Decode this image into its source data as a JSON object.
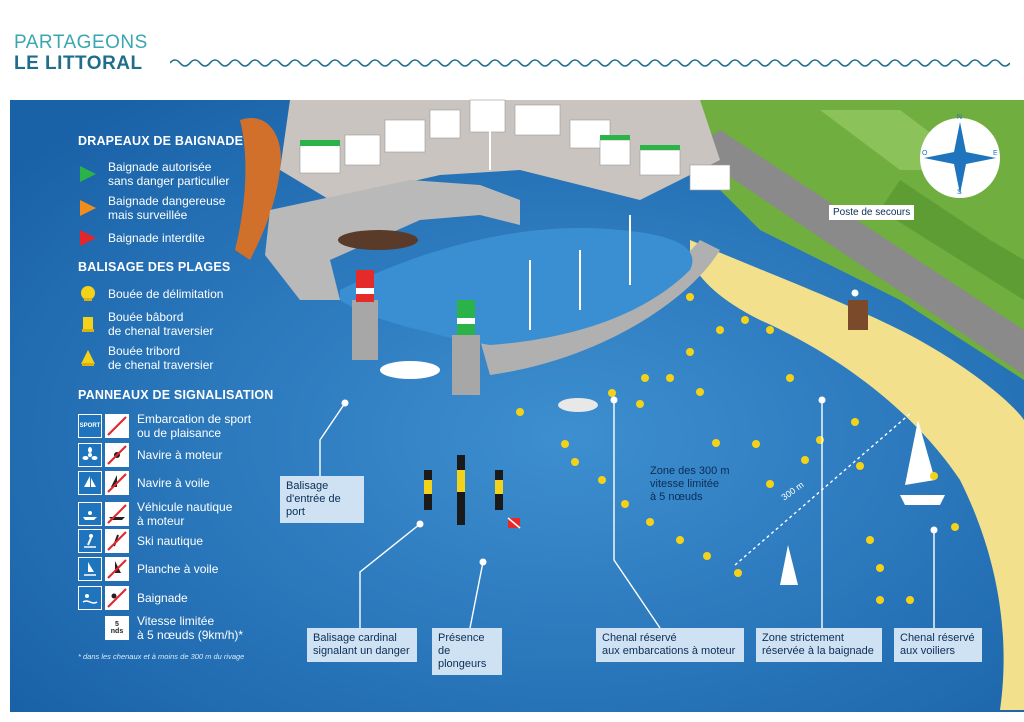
{
  "header": {
    "line1": "PARTAGEONS",
    "line2": "LE LITTORAL"
  },
  "legend": {
    "flags_title": "DRAPEAUX DE BAIGNADE",
    "flags": [
      {
        "label": "Baignade autorisée\nsans danger particulier",
        "color": "#2bb34a"
      },
      {
        "label": "Baignade dangereuse\nmais surveillée",
        "color": "#f28c1c"
      },
      {
        "label": "Baignade interdite",
        "color": "#e5252a"
      }
    ],
    "buoys_title": "BALISAGE DES PLAGES",
    "buoys": [
      {
        "label": "Bouée de délimitation",
        "shape": "sphere"
      },
      {
        "label": "Bouée bâbord\nde chenal traversier",
        "shape": "can"
      },
      {
        "label": "Bouée tribord\nde chenal traversier",
        "shape": "cone"
      }
    ],
    "signs_title": "PANNEAUX DE SIGNALISATION",
    "signs": [
      {
        "label": "Embarcation de sport\nou de plaisance",
        "icon": "sport-icon",
        "glyph": "SPORT"
      },
      {
        "label": "Navire à moteur",
        "icon": "propeller-icon"
      },
      {
        "label": "Navire à voile",
        "icon": "sailboat-icon"
      },
      {
        "label": "Véhicule nautique\nà moteur",
        "icon": "jetski-icon"
      },
      {
        "label": "Ski nautique",
        "icon": "waterski-icon"
      },
      {
        "label": "Planche à voile",
        "icon": "windsurf-icon"
      },
      {
        "label": "Baignade",
        "icon": "swimmer-icon"
      },
      {
        "label": "Vitesse limitée\nà 5 nœuds (9km/h)*",
        "icon": "speed-limit-icon",
        "glyph": "5\nnds"
      }
    ],
    "footnote": "* dans les chenaux et à moins de 300 m du rivage"
  },
  "labels": {
    "port_entry": "Balisage\nd'entrée de port",
    "cardinal": "Balisage cardinal\nsignalant un danger",
    "divers": "Présence de\nplongeurs",
    "motor_channel": "Chenal réservé\naux embarcations à moteur",
    "swim_zone": "Zone strictement\nréservée à la baignade",
    "sail_channel": "Chenal réservé\naux voiliers",
    "speed_zone": "Zone des 300 m\nvitesse limitée\nà 5 nœuds",
    "lifeguard": "Poste de secours",
    "distance": "300 m"
  },
  "compass_letters": {
    "n": "N",
    "s": "S",
    "e": "E",
    "o": "O"
  },
  "colors": {
    "sea": "#1d6fb8",
    "sea_light": "#3d8fd0",
    "sand": "#f3e08c",
    "land": "#6fae3f",
    "label_bg": "#cfe2f3",
    "header_teal": "#3aa7b0",
    "header_dark": "#1f6e8c"
  }
}
